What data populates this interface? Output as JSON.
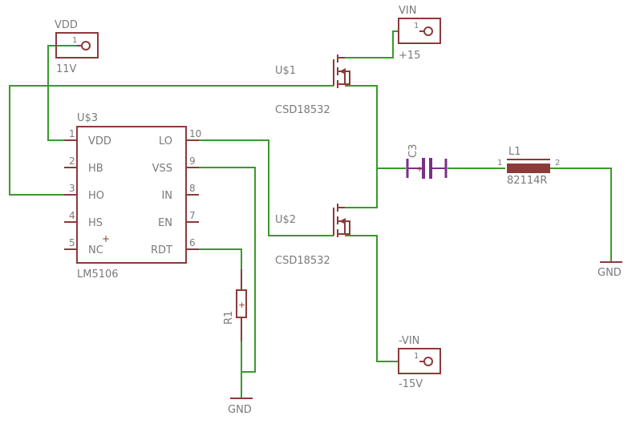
{
  "schematic": {
    "connectors": {
      "vdd": {
        "name": "VDD",
        "value": "11V",
        "pin": "1"
      },
      "vin": {
        "name": "VIN",
        "value": "+15",
        "pin": "1"
      },
      "nvin": {
        "name": "-VIN",
        "value": "-15V",
        "pin": "1"
      }
    },
    "driver": {
      "ref": "U$3",
      "part": "LM5106",
      "left_pins": [
        {
          "num": "1",
          "name": "VDD"
        },
        {
          "num": "2",
          "name": "HB"
        },
        {
          "num": "3",
          "name": "HO"
        },
        {
          "num": "4",
          "name": "HS"
        },
        {
          "num": "5",
          "name": "NC"
        }
      ],
      "right_pins": [
        {
          "num": "10",
          "name": "LO"
        },
        {
          "num": "9",
          "name": "VSS"
        },
        {
          "num": "8",
          "name": "IN"
        },
        {
          "num": "7",
          "name": "EN"
        },
        {
          "num": "6",
          "name": "RDT"
        }
      ]
    },
    "mosfet_high": {
      "ref": "U$1",
      "part": "CSD18532"
    },
    "mosfet_low": {
      "ref": "U$2",
      "part": "CSD18532"
    },
    "capacitor": {
      "ref": "C3"
    },
    "inductor": {
      "ref": "L1",
      "part": "82114R",
      "pin1": "1",
      "pin2": "2"
    },
    "resistor": {
      "ref": "R1"
    },
    "grounds": {
      "right": "GND",
      "bottom": "GND"
    }
  },
  "colors": {
    "wire": "#3a9a2a",
    "component": "#8c3a3a",
    "capacitor": "#7a2f88",
    "text": "#7a7a7a"
  }
}
